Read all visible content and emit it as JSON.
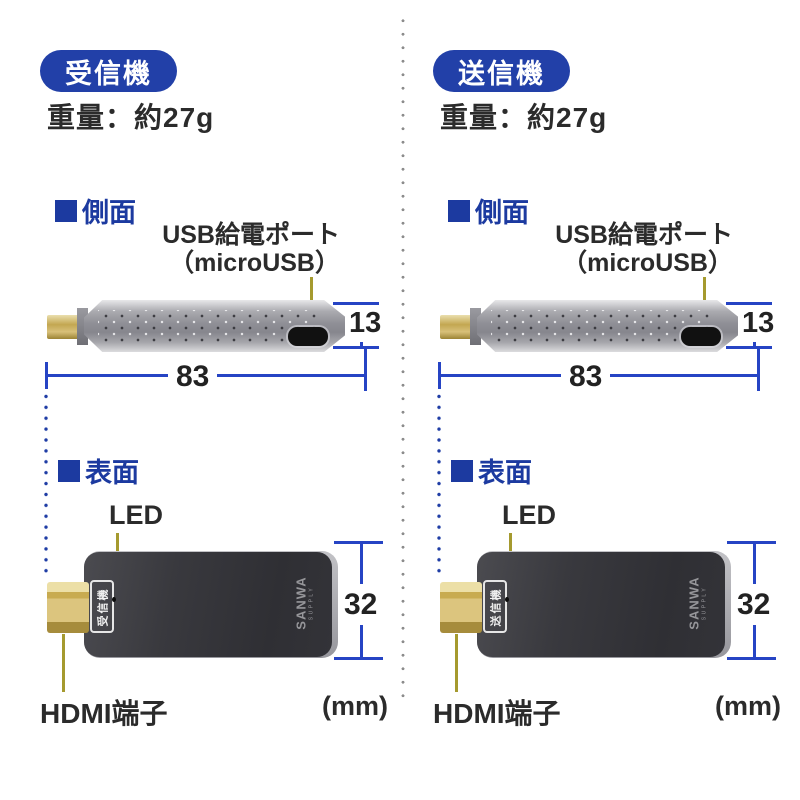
{
  "colors": {
    "brand_blue": "#2240a8",
    "heading_blue": "#1c3aa0",
    "dimension_blue": "#2644c4",
    "pointer_olive": "#a59a2f",
    "device_dark": "#333338",
    "device_silver": "#8f8f96",
    "hdmi_gold": "#dcc57e"
  },
  "columns": [
    {
      "badge_label": "受信機",
      "weight_text": "重量：約27g",
      "side": {
        "heading": "側面",
        "usb_label_line1": "USB給電ポート",
        "usb_label_line2": "（microUSB）",
        "width_mm": "83",
        "thickness_mm": "13"
      },
      "front": {
        "heading": "表面",
        "led_label": "LED",
        "device_sticker": "受信機",
        "brand_line1": "SANWA",
        "brand_line2": "SUPPLY",
        "height_mm": "32",
        "hdmi_label": "HDMI端子",
        "units_label": "(mm)"
      }
    },
    {
      "badge_label": "送信機",
      "weight_text": "重量：約27g",
      "side": {
        "heading": "側面",
        "usb_label_line1": "USB給電ポート",
        "usb_label_line2": "（microUSB）",
        "width_mm": "83",
        "thickness_mm": "13"
      },
      "front": {
        "heading": "表面",
        "led_label": "LED",
        "device_sticker": "送信機",
        "brand_line1": "SANWA",
        "brand_line2": "SUPPLY",
        "height_mm": "32",
        "hdmi_label": "HDMI端子",
        "units_label": "(mm)"
      }
    }
  ]
}
